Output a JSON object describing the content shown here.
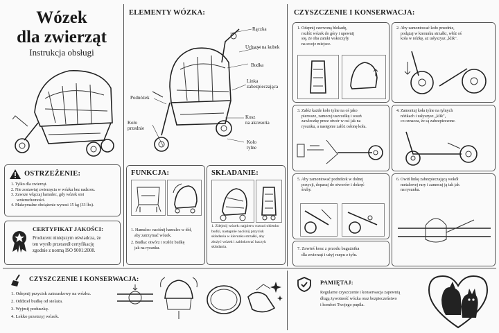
{
  "header": {
    "title_line1": "Wózek",
    "title_line2": "dla zwierząt",
    "subtitle": "Instrukcja obsługi"
  },
  "warning": {
    "title": "OSTRZEŻENIE:",
    "items": [
      "1. Tylko dla zwierząt.",
      "2. Nie zostawiaj zwierzęcia w wózku bez nadzoru.",
      "3. Zawsze włączaj hamulec, gdy wózek stoi",
      "    wnieruchomości.",
      "4. Maksymalne obciążenie wynosi 15 kg (33 lbs)."
    ]
  },
  "certificate": {
    "title": "CERTYFIKAT JAKOŚCI:",
    "lines": [
      "Producent niniejszym oświadcza, że",
      "ten wyrób przeszedł certyfikację",
      "zgodnie z normą ISO 9001:2008."
    ]
  },
  "elements": {
    "title": "ELEMENTY WÓZKA:",
    "labels": {
      "handle": "Rączka",
      "cupholder": "Uchwyt na kubek",
      "cabin": "Budka",
      "safety_line_1": "Linka",
      "safety_line_2": "zabezpieczająca",
      "footrest": "Podnóżek",
      "front_wheel_1": "Koło",
      "front_wheel_2": "przednie",
      "basket_1": "Kosz",
      "basket_2": "na akcesoria",
      "rear_wheel_1": "Koło",
      "rear_wheel_2": "tylne"
    }
  },
  "function": {
    "title": "FUNKCJA:",
    "lines": [
      "1. Hamulec: naciśnij hamulec w dół,",
      "    aby zatrzymać wózek.",
      "2. Budka: otwórz i rozłóż budkę",
      "    jak na rysunku."
    ]
  },
  "folding": {
    "title": "SKŁADANIE:",
    "lines": [
      "1. Zdejmij wózek: najpierw rozsuń okienko",
      "budki, następnie naciśnij przycisk",
      "składania w kierunku strzałki, aby",
      "złożyć wózek i zablokować haczyk",
      "składania."
    ]
  },
  "maintenance": {
    "title": "CZYSZCZENIE I KONSERWACJA:",
    "steps": [
      {
        "lines": [
          "1. Odepnij czerwoną blokadę,",
          "rozłóż wózek do góry i upewnij",
          "się, że oba zamki wskoczyły",
          "na swoje miejsce."
        ]
      },
      {
        "lines": [
          "2. Aby zamontować koło przednie,",
          "podążaj w kierunku strzałki, włóż oś",
          "koła w nóżkę, aż usłyszysz „klik\"."
        ]
      },
      {
        "lines": [
          "3. Załóż każde koło tylne na oś jako",
          "pierwsze, zamocuj uszczelkę i wsuń",
          "zawleczkę przez otwór w osi jak na",
          "rysunku, a następnie załóż osłonę koła."
        ]
      },
      {
        "lines": [
          "4. Zamontuj koła tylne na tylnych",
          "nóżkach i usłyszysz „klik\",",
          "co oznacza, że są zabezpieczone."
        ]
      },
      {
        "lines": [
          "5. Aby zamontować podnóżek w dolnej",
          "pozycji, dopasuj do otworów i dokręć",
          "śruby."
        ]
      },
      {
        "lines": [
          "6. Owiń linkę zabezpieczającą wokół",
          "metalowej rury i zamocuj ją tak jak",
          "na rysunku."
        ]
      },
      {
        "lines": [
          "7. Zawieś kosz z przodu bagażnika",
          "dla zwierząt i użyj rzepu z tyłu."
        ]
      }
    ]
  },
  "cleaning": {
    "title": "CZYSZCZENIE I KONSERWACJA:",
    "items": [
      "1. Odepnij przycisk zatrzaskowy na wózku.",
      "2. Oddziel budkę od stelaża.",
      "3. Wyjmij poduszkę.",
      "4. Lekko przetrzyj wózek."
    ]
  },
  "remember": {
    "title": "PAMIĘTAJ:",
    "lines": [
      "Regularne czyszczenie i konserwacja zapewnią",
      "długą żywotność wózka oraz bezpieczeństwo",
      "i komfort Twojego pupila."
    ]
  }
}
